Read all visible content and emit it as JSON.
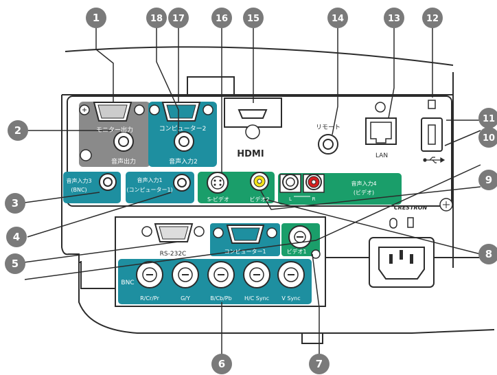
{
  "callouts": {
    "n1": "1",
    "n2": "2",
    "n3": "3",
    "n4": "4",
    "n5": "5",
    "n6": "6",
    "n7": "7",
    "n8": "8",
    "n9": "9",
    "n10": "10",
    "n11": "11",
    "n12": "12",
    "n13": "13",
    "n14": "14",
    "n15": "15",
    "n16": "16",
    "n17": "17",
    "n18": "18"
  },
  "labels": {
    "monitor_out": "モニター出力",
    "audio_out": "音声出力",
    "computer2": "コンピューター2",
    "audio_in2": "音声入力2",
    "hdmi": "HDMI",
    "remote": "リモート",
    "lan": "LAN",
    "usb_symbol": "⭠⭡",
    "audio_in3_l1": "音声入力3",
    "audio_in3_l2": "(BNC)",
    "audio_in1_l1": "音声入力1",
    "audio_in1_l2": "(コンピューター1)",
    "s_video": "S-ビデオ",
    "video2": "ビデオ2",
    "audio_in4_l1": "音声入力4",
    "audio_in4_l2": "(ビデオ)",
    "audio_l": "L",
    "audio_r": "R",
    "crestron": "CRESTRON",
    "rs232c": "RS-232C",
    "computer1": "コンピューター1",
    "video1": "ビデオ1",
    "bnc": "BNC",
    "bnc_rcrpr": "R/Cr/Pr",
    "bnc_gy": "G/Y",
    "bnc_bcbpb": "B/Cb/Pb",
    "bnc_hcsync": "H/C Sync",
    "bnc_vsync": "V Sync"
  },
  "colors": {
    "callout": "#7a7a7a",
    "teal": "#1e8fa0",
    "green": "#1a9e6a",
    "gray_panel": "#8a8a8a",
    "outline": "#2b2b2b"
  }
}
